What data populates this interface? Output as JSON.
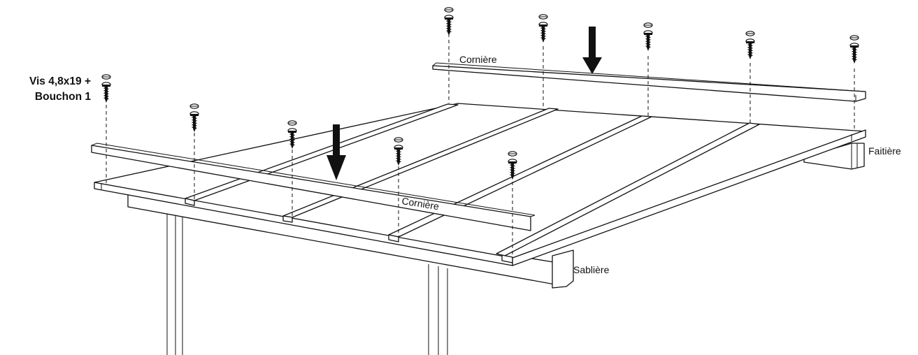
{
  "labels": {
    "screw_title_line1": "Vis 4,8x19 +",
    "screw_title_line2": "Bouchon 1",
    "corniere_top": "Cornière",
    "corniere_front": "Cornière",
    "faitiere": "Faitière",
    "sabliere": "Sablière"
  },
  "icons": {
    "screw": "screw-with-cap-icon",
    "arrow": "down-arrow-icon"
  },
  "colors": {
    "ink": "#111111",
    "background": "#ffffff"
  }
}
